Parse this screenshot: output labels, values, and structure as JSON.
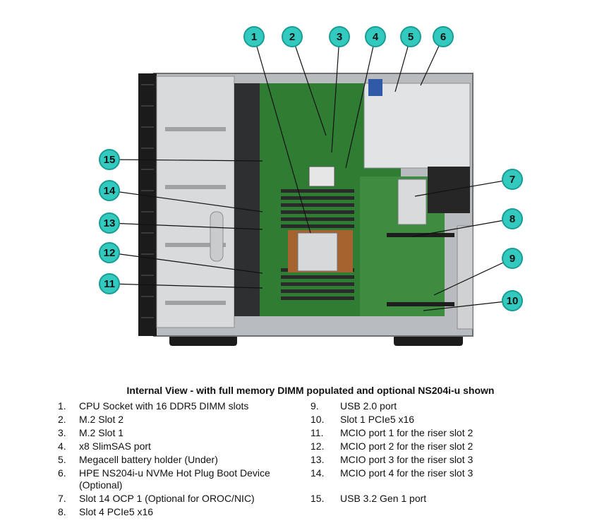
{
  "caption": "Internal View - with full memory DIMM populated and optional NS204i-u shown",
  "colors": {
    "callout_fill": "#32c9bf",
    "callout_stroke": "#1a9c94",
    "leader_line": "#111111",
    "board_green": "#2f7d32",
    "chassis_gray": "#b9bcbf",
    "bezel_black": "#1b1b1b"
  },
  "callouts": [
    {
      "n": "1"
    },
    {
      "n": "2"
    },
    {
      "n": "3"
    },
    {
      "n": "4"
    },
    {
      "n": "5"
    },
    {
      "n": "6"
    },
    {
      "n": "7"
    },
    {
      "n": "8"
    },
    {
      "n": "9"
    },
    {
      "n": "10"
    },
    {
      "n": "11"
    },
    {
      "n": "12"
    },
    {
      "n": "13"
    },
    {
      "n": "14"
    },
    {
      "n": "15"
    }
  ],
  "legend": [
    {
      "num": "1.",
      "text": "CPU Socket with 16 DDR5 DIMM slots"
    },
    {
      "num": "2.",
      "text": "M.2 Slot 2"
    },
    {
      "num": "3.",
      "text": "M.2 Slot 1"
    },
    {
      "num": "4.",
      "text": "x8 SlimSAS port"
    },
    {
      "num": "5.",
      "text": "Megacell battery holder (Under)"
    },
    {
      "num": "6.",
      "text": "HPE NS204i-u NVMe Hot Plug Boot Device (Optional)"
    },
    {
      "num": "7.",
      "text": "Slot 14 OCP 1 (Optional for OROC/NIC)"
    },
    {
      "num": "8.",
      "text": "Slot 4 PCIe5 x16"
    },
    {
      "num": "9.",
      "text": "USB 2.0 port"
    },
    {
      "num": "10.",
      "text": "Slot 1 PCIe5 x16"
    },
    {
      "num": "11.",
      "text": "MCIO port 1 for the riser slot 2"
    },
    {
      "num": "12.",
      "text": "MCIO port 2 for the riser slot 2"
    },
    {
      "num": "13.",
      "text": "MCIO port 3 for the riser slot 3"
    },
    {
      "num": "14.",
      "text": "MCIO port 4 for the riser slot 3"
    },
    {
      "num": "15.",
      "text": "USB 3.2 Gen 1 port"
    }
  ]
}
